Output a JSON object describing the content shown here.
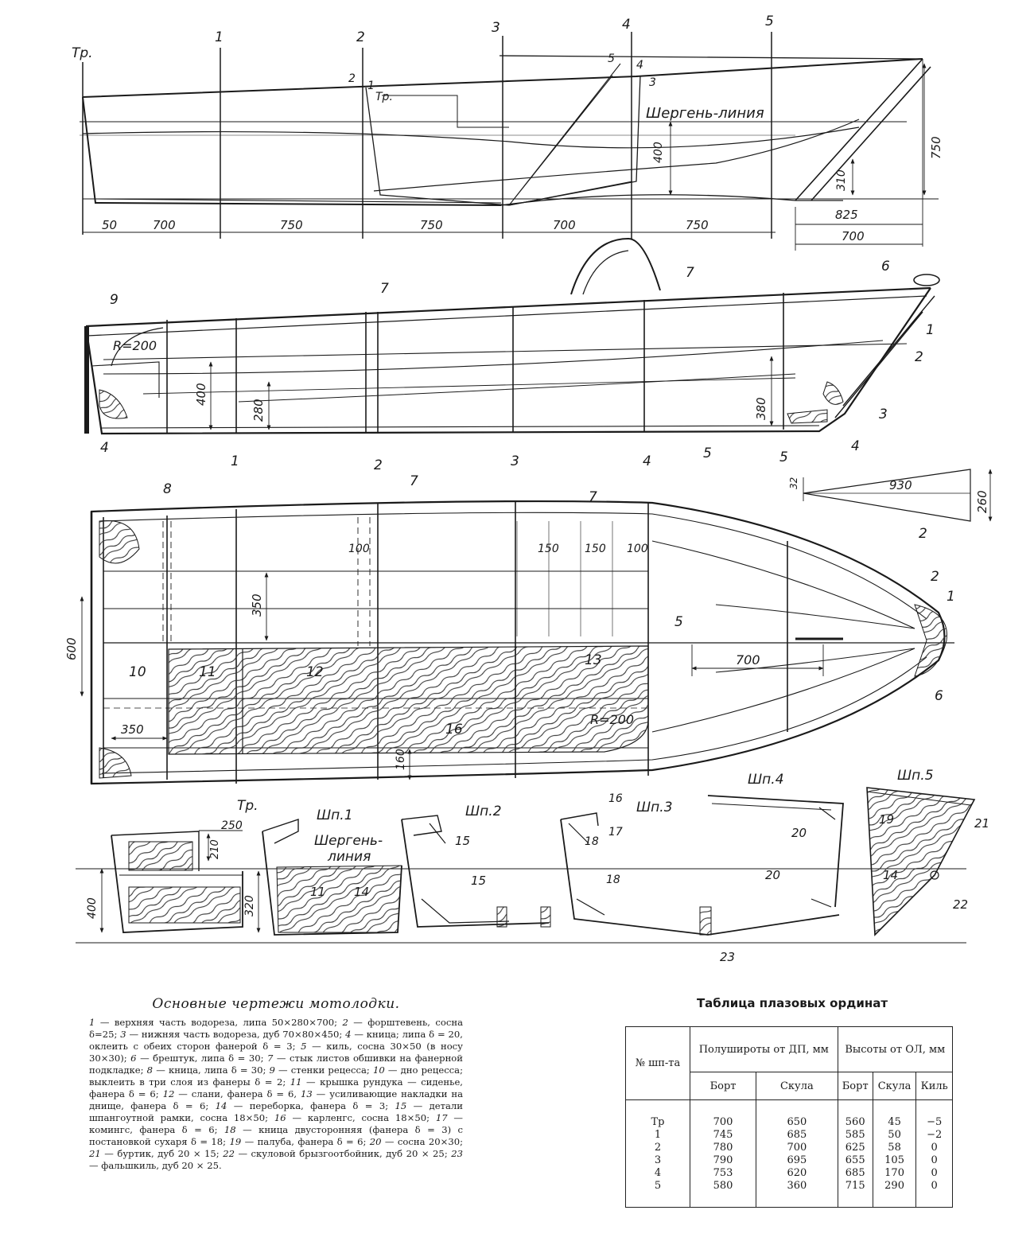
{
  "profile_view": {
    "frame_labels": [
      "Тр.",
      "1",
      "2",
      "3",
      "4",
      "5"
    ],
    "sheer_line_label": "Шергень-линия",
    "dimensions": [
      "50",
      "700",
      "750",
      "750",
      "700",
      "750",
      "825",
      "700",
      "400",
      "310",
      "750"
    ],
    "aux_labels": [
      "2",
      "1",
      "Тр.",
      "5",
      "4",
      "3"
    ]
  },
  "side_view": {
    "part_labels": [
      "9",
      "7",
      "7",
      "6",
      "1",
      "2",
      "3",
      "4",
      "5",
      "4"
    ],
    "dimensions": [
      "R=200",
      "400",
      "280",
      "380"
    ]
  },
  "plan_view": {
    "frame_labels": [
      "1",
      "2",
      "3",
      "4",
      "5"
    ],
    "part_labels": [
      "8",
      "7",
      "7",
      "10",
      "11",
      "12",
      "13",
      "16",
      "5",
      "2",
      "1",
      "6",
      "2"
    ],
    "dimensions": [
      "100",
      "150",
      "150",
      "100",
      "600",
      "350",
      "350",
      "160",
      "700",
      "R=200",
      "32",
      "930",
      "260"
    ]
  },
  "sections": {
    "titles": [
      "Тр.",
      "Шп.1",
      "Шп.2",
      "Шп.3",
      "Шп.4",
      "Шп.5"
    ],
    "sheer_line_label": [
      "Шергень-",
      "линия"
    ],
    "part_labels": [
      "11",
      "14",
      "15",
      "15",
      "16",
      "17",
      "18",
      "18",
      "20",
      "20",
      "19",
      "21",
      "14",
      "22",
      "23"
    ],
    "dimensions": [
      "250",
      "210",
      "400",
      "320"
    ]
  },
  "caption": {
    "title": "Основные чертежи мотолодки.",
    "items": [
      {
        "num": "1",
        "text": " — верхняя часть водореза, липа 50×280×700; "
      },
      {
        "num": "2",
        "text": " — форштевень, сосна δ=25; "
      },
      {
        "num": "3",
        "text": " — нижняя часть водореза, дуб 70×80×450; "
      },
      {
        "num": "4",
        "text": " — кница; липа δ = 20, оклеить с обеих сторон фанерой δ = 3; "
      },
      {
        "num": "5",
        "text": " — киль, сосна 30×50 (в носу 30×30); "
      },
      {
        "num": "6",
        "text": " — брештук, липа δ = 30; "
      },
      {
        "num": "7",
        "text": " — стык листов обшивки на фанерной подкладке; "
      },
      {
        "num": "8",
        "text": " — кница, липа δ = 30; "
      },
      {
        "num": "9",
        "text": " — стенки рецесса; "
      },
      {
        "num": "10",
        "text": " — дно рецесса; выклеить в три слоя из фанеры δ = 2; "
      },
      {
        "num": "11",
        "text": " — крышка рундука — сиденье, фанера δ = 6; "
      },
      {
        "num": "12",
        "text": " — слани, фанера δ = 6, "
      },
      {
        "num": "13",
        "text": " — усиливающие накладки на днище, фанера δ = 6; "
      },
      {
        "num": "14",
        "text": " — переборка, фанера δ = 3; "
      },
      {
        "num": "15",
        "text": " — детали шпангоутной рамки, сосна 18×50; "
      },
      {
        "num": "16",
        "text": " — карленгс, сосна 18×50; "
      },
      {
        "num": "17",
        "text": " — комингс, фанера δ = 6; "
      },
      {
        "num": "18",
        "text": " — кница двусторонняя (фанера δ = 3) с постановкой сухаря δ = 18; "
      },
      {
        "num": "19",
        "text": " — палуба, фанера δ = 6; "
      },
      {
        "num": "20",
        "text": " — сосна 20×30; "
      },
      {
        "num": "21",
        "text": " — буртик, дуб 20 × 15; "
      },
      {
        "num": "22",
        "text": " — скуловой брызгоотбойник, дуб 20 × 25; "
      },
      {
        "num": "23",
        "text": " — фальшкиль, дуб 20 × 25."
      }
    ]
  },
  "offsets_table": {
    "title": "Таблица плазовых ординат",
    "header": {
      "frame_no": "№ шп-та",
      "half_breadths": "Полушироты от ДП, мм",
      "heights": "Высоты от ОЛ, мм",
      "sub": [
        "Борт",
        "Скула",
        "Борт",
        "Скула",
        "Киль"
      ]
    },
    "rows": [
      [
        "Тр",
        "700",
        "650",
        "560",
        "45",
        "−5"
      ],
      [
        "1",
        "745",
        "685",
        "585",
        "50",
        "−2"
      ],
      [
        "2",
        "780",
        "700",
        "625",
        "58",
        "0"
      ],
      [
        "3",
        "790",
        "695",
        "655",
        "105",
        "0"
      ],
      [
        "4",
        "753",
        "620",
        "685",
        "170",
        "0"
      ],
      [
        "5",
        "580",
        "360",
        "715",
        "290",
        "0"
      ]
    ]
  }
}
